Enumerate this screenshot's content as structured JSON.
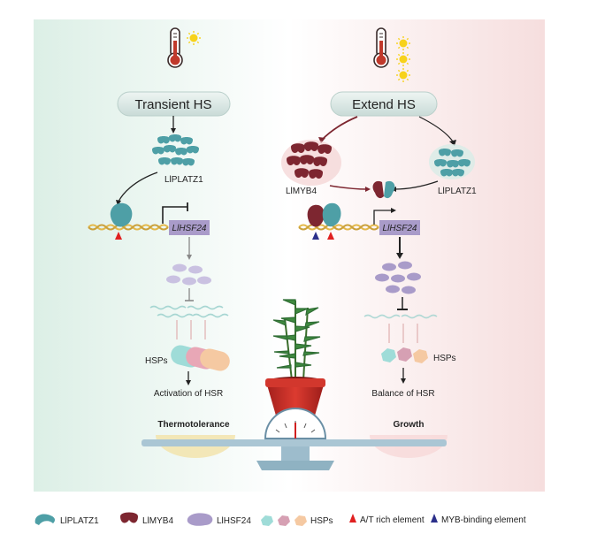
{
  "left_panel": {
    "title": "Transient HS",
    "protein_label": "LlPLATZ1",
    "gene_label": "LlHSF24",
    "hsps_label": "HSPs",
    "process_label": "Activation of HSR",
    "outcome_label": "Thermotolerance"
  },
  "right_panel": {
    "title": "Extend HS",
    "myb_label": "LlMYB4",
    "protein_label": "LlPLATZ1",
    "gene_label": "LlHSF24",
    "hsps_label": "HSPs",
    "process_label": "Balance of HSR",
    "outcome_label": "Growth"
  },
  "legend": {
    "platz1": "LlPLATZ1",
    "myb4": "LlMYB4",
    "hsf24": "LlHSF24",
    "hsps": "HSPs",
    "at_rich": "A/T rich element",
    "myb_binding": "MYB-binding element"
  },
  "colors": {
    "teal": "#4e9fa6",
    "maroon": "#7d2630",
    "lavender": "#a99bc9",
    "red_marker": "#e02020",
    "navy_marker": "#2b2f8a",
    "dna_gold": "#e3b84a",
    "pot_red": "#c8302a",
    "sun": "#f7d21a"
  }
}
